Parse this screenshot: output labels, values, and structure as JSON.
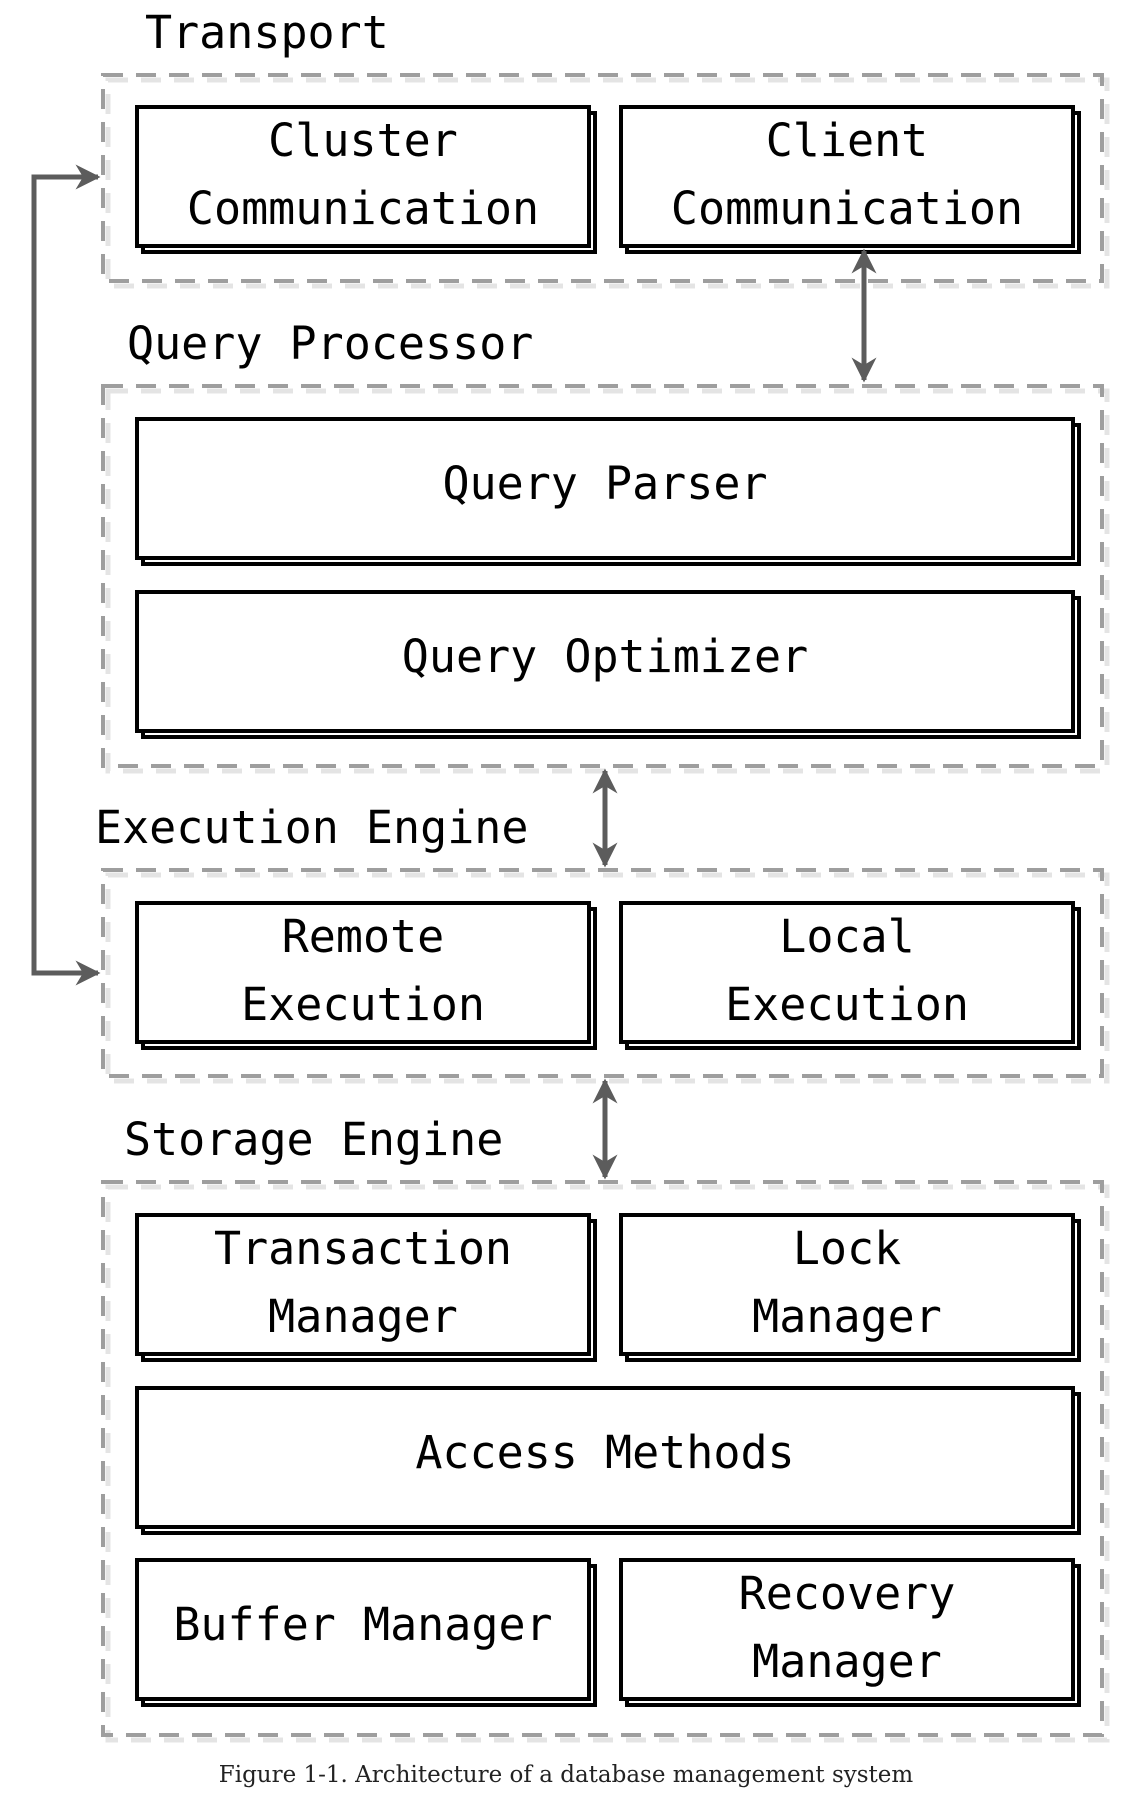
{
  "layers": [
    {
      "title": "Transport",
      "boxes": [
        {
          "lines": [
            "Cluster",
            "Communication"
          ]
        },
        {
          "lines": [
            "Client",
            "Communication"
          ]
        }
      ]
    },
    {
      "title": "Query Processor",
      "boxes": [
        {
          "lines": [
            "Query Parser"
          ]
        },
        {
          "lines": [
            "Query Optimizer"
          ]
        }
      ]
    },
    {
      "title": "Execution Engine",
      "boxes": [
        {
          "lines": [
            "Remote",
            "Execution"
          ]
        },
        {
          "lines": [
            "Local",
            "Execution"
          ]
        }
      ]
    },
    {
      "title": "Storage Engine",
      "boxes": [
        {
          "lines": [
            "Transaction",
            "Manager"
          ]
        },
        {
          "lines": [
            "Lock",
            "Manager"
          ]
        },
        {
          "lines": [
            "Access Methods"
          ]
        },
        {
          "lines": [
            "Buffer Manager"
          ]
        },
        {
          "lines": [
            "Recovery",
            "Manager"
          ]
        }
      ]
    }
  ],
  "caption": "Figure 1-1. Architecture of a database management system",
  "colors": {
    "layer_border": "#9e9e9e",
    "arrow": "#5c5c5c",
    "box_border": "#000000"
  },
  "connections": [
    {
      "from": "Client Communication",
      "to": "Query Processor",
      "direction": "bidirectional"
    },
    {
      "from": "Query Processor",
      "to": "Execution Engine",
      "direction": "bidirectional"
    },
    {
      "from": "Execution Engine",
      "to": "Storage Engine",
      "direction": "bidirectional"
    },
    {
      "from": "Remote Execution",
      "to": "Cluster Communication",
      "direction": "bidirectional"
    }
  ]
}
